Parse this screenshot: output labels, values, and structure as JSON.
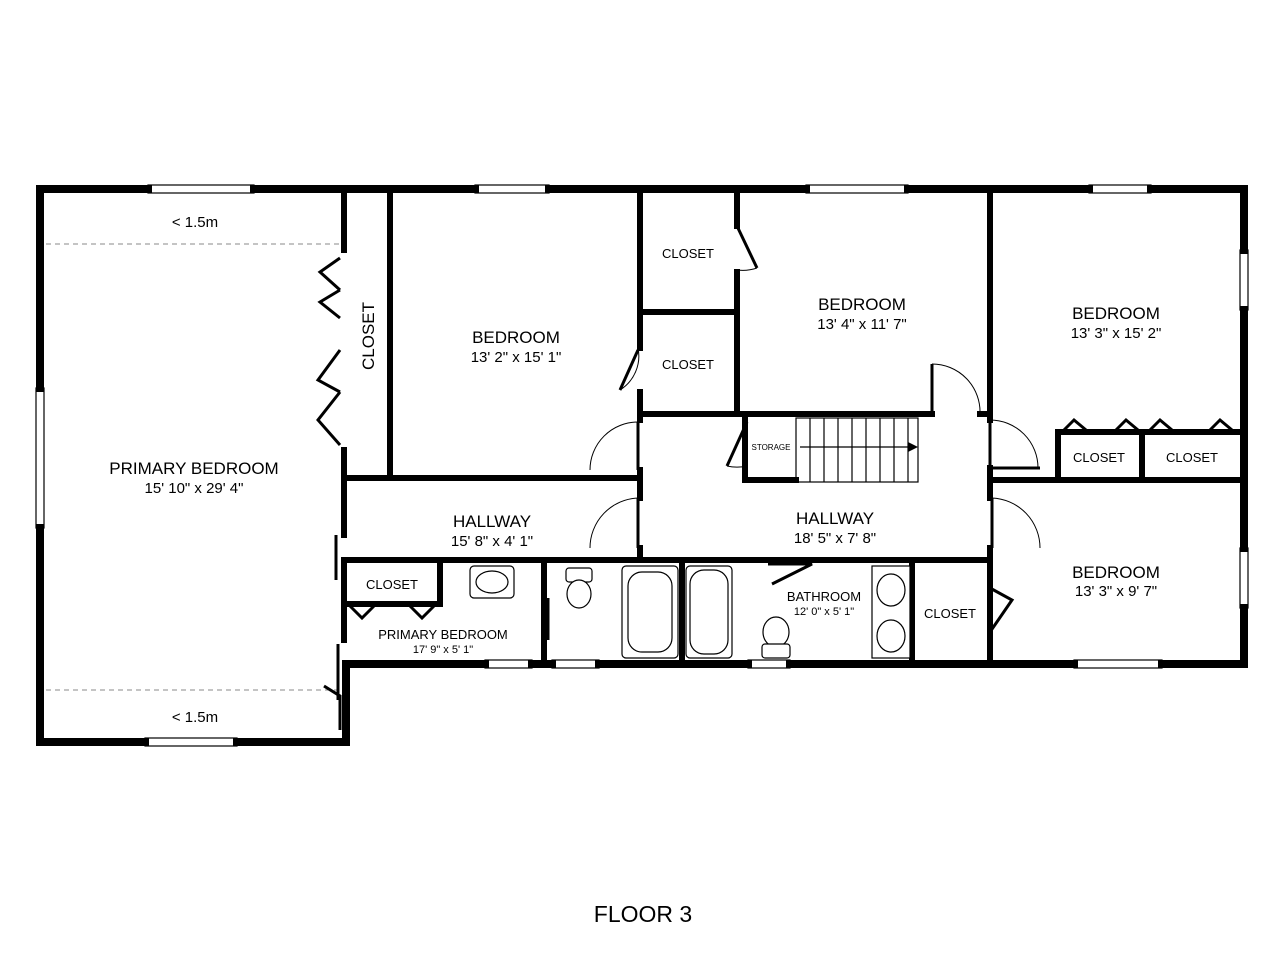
{
  "floor_label": "FLOOR 3",
  "rooms": {
    "primary_bedroom": {
      "name": "PRIMARY BEDROOM",
      "dims": "15' 10\" x 29' 4\""
    },
    "closet_vertical": {
      "name": "CLOSET"
    },
    "bedroom_1": {
      "name": "BEDROOM",
      "dims": "13' 2\" x 15' 1\""
    },
    "closet_upper": {
      "name": "CLOSET"
    },
    "closet_middle": {
      "name": "CLOSET"
    },
    "bedroom_2": {
      "name": "BEDROOM",
      "dims": "13' 4\" x 11' 7\""
    },
    "bedroom_3": {
      "name": "BEDROOM",
      "dims": "13' 3\" x 15' 2\""
    },
    "closet_right_a": {
      "name": "CLOSET"
    },
    "closet_right_b": {
      "name": "CLOSET"
    },
    "storage": {
      "name": "STORAGE"
    },
    "hallway_left": {
      "name": "HALLWAY",
      "dims": "15' 8\" x 4' 1\""
    },
    "hallway_center": {
      "name": "HALLWAY",
      "dims": "18' 5\" x 7' 8\""
    },
    "bedroom_4": {
      "name": "BEDROOM",
      "dims": "13' 3\" x 9' 7\""
    },
    "closet_lower_left": {
      "name": "CLOSET"
    },
    "primary_bedroom_small": {
      "name": "PRIMARY BEDROOM",
      "dims": "17' 9\" x 5' 1\""
    },
    "bathroom": {
      "name": "BATHROOM",
      "dims": "12' 0\" x 5' 1\""
    },
    "closet_lower_right": {
      "name": "CLOSET"
    }
  },
  "notes": {
    "ceiling_top": "< 1.5m",
    "ceiling_bottom": "< 1.5m"
  }
}
